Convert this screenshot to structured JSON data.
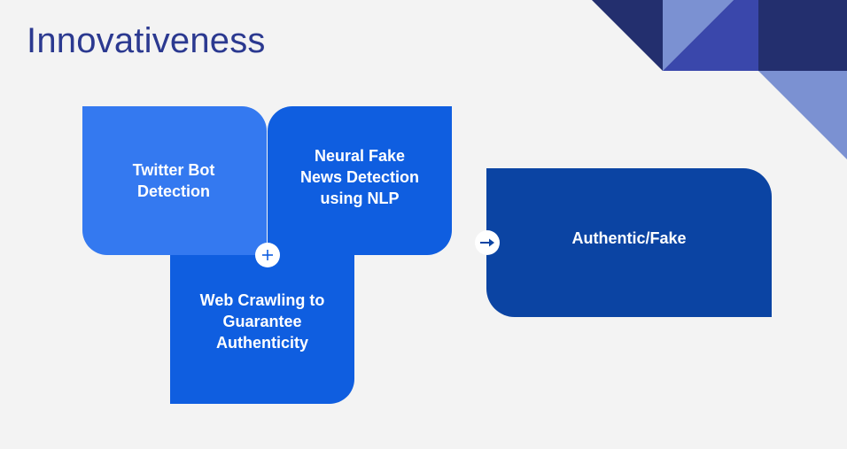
{
  "slide": {
    "title": "Innovativeness"
  },
  "boxes": {
    "twitter_bot": "Twitter Bot Detection",
    "neural_fake_news": "Neural Fake News Detection using NLP",
    "web_crawling": "Web Crawling to Guarantee Authenticity",
    "output": "Authentic/Fake"
  },
  "icons": {
    "combine": "plus-icon",
    "flow": "arrow-right-icon"
  },
  "colors": {
    "title": "#2b3990",
    "box_light": "#3479f0",
    "box_mid": "#0f5ee0",
    "box_dark": "#0b44a3",
    "deco_navy": "#232f6e",
    "deco_indigo": "#3a47ab",
    "deco_periwinkle": "#7b91d2"
  }
}
